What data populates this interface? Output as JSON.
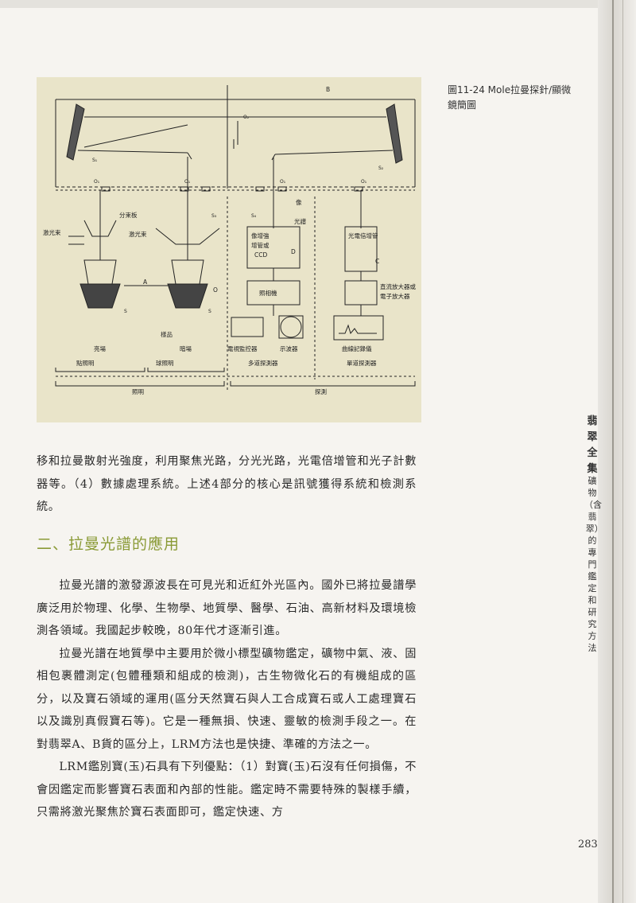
{
  "figure": {
    "caption": "圖11-24 Mole拉曼探針/顯微鏡簡圖",
    "labels": {
      "B": "B",
      "O2": "O₂",
      "S1": "S₁",
      "S2": "S₂",
      "O1a": "O₁",
      "O1b": "O₁",
      "O1c": "O₁",
      "O1d": "O₁",
      "S3": "S₃",
      "S4": "S₄",
      "beam_splitter": "分束板",
      "laser_beam_left": "激光束",
      "laser_beam_mid": "激光束",
      "A": "A",
      "S_left": "S",
      "S_mid": "S",
      "O": "O",
      "sample": "樣品",
      "bright_field": "亮場",
      "dark_field": "暗場",
      "image_intensifier": "像增強\n增管或\nCCD",
      "D": "D",
      "camera": "照相機",
      "tv_monitor": "電視監控器",
      "oscilloscope": "示波器",
      "image": "像",
      "spectrum": "光譜",
      "pmt": "光電倍增管",
      "C": "C",
      "amplifier": "直流放大器或\n電子放大器",
      "recorder": "曲線記錄儀",
      "point_illum": "點照明",
      "ring_illum": "球照明",
      "illumination": "照明",
      "multi_detector": "多道探測器",
      "single_detector": "單道探測器",
      "detection": "探測"
    }
  },
  "body": {
    "para1": "移和拉曼散射光強度，利用聚焦光路，分光光路，光電倍增管和光子計數器等。（4）數據處理系統。上述4部分的核心是訊號獲得系統和檢測系統。",
    "heading": "二、拉曼光譜的應用",
    "para2": "拉曼光譜的激發源波長在可見光和近紅外光區內。國外已將拉曼譜學廣泛用於物理、化學、生物學、地質學、醫學、石油、高新材料及環境檢測各領域。我國起步較晚，80年代才逐漸引進。",
    "para3": "拉曼光譜在地質學中主要用於微小標型礦物鑑定，礦物中氣、液、固相包裹體測定(包體種類和組成的檢測)，古生物微化石的有機組成的區分，以及寶石領域的運用(區分天然寶石與人工合成寶石或人工處理寶石以及識別真假寶石等)。它是一種無損、快速、靈敏的檢測手段之一。在對翡翠A、B貨的區分上，LRM方法也是快捷、準確的方法之一。",
    "para4": "LRM鑑別寶(玉)石具有下列優點：（1）對寶(玉)石沒有任何損傷，不會因鑑定而影響寶石表面和內部的性能。鑑定時不需要特殊的製樣手續，只需將激光聚焦於寶石表面即可，鑑定快速、方"
  },
  "side": {
    "title": "翡翠全集",
    "subtitle": "礦物（含翡翠）的專門鑑定和研究方法"
  },
  "page_number": "283"
}
